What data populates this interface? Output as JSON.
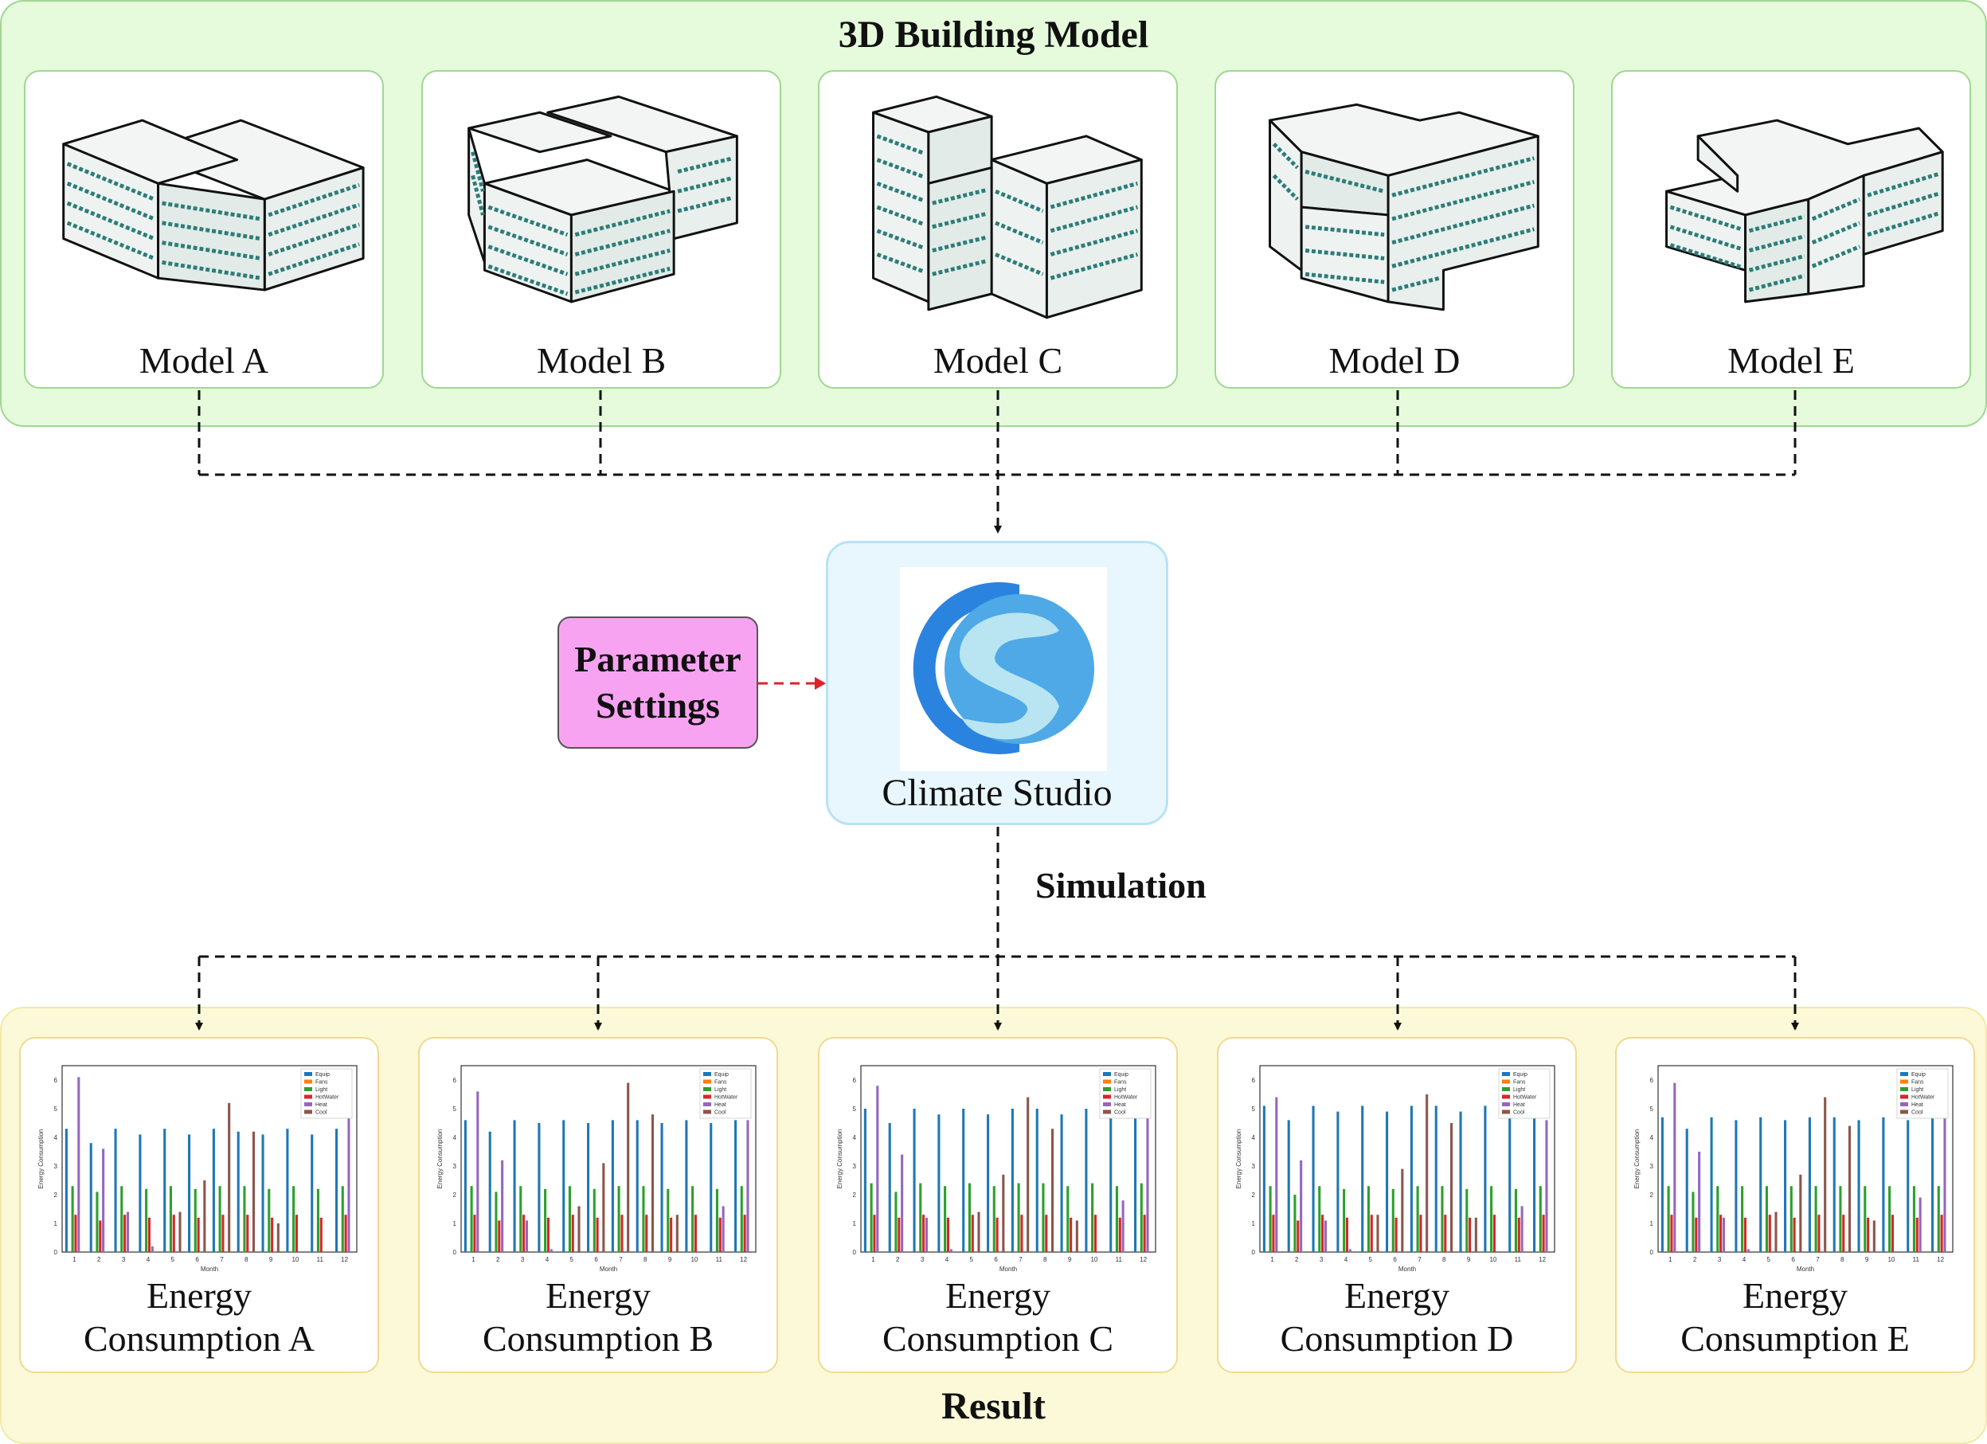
{
  "top_group": {
    "title": "3D Building Model"
  },
  "models": [
    {
      "label": "Model A",
      "icon": "building-l-shape-icon"
    },
    {
      "label": "Model B",
      "icon": "building-three-block-icon"
    },
    {
      "label": "Model C",
      "icon": "building-tower-icon"
    },
    {
      "label": "Model D",
      "icon": "building-stepped-icon"
    },
    {
      "label": "Model E",
      "icon": "building-cross-shape-icon"
    }
  ],
  "simulator": {
    "label": "Climate Studio",
    "icon": "climate-studio-logo"
  },
  "parameters": {
    "line1": "Parameter",
    "line2": "Settings"
  },
  "simulation_label": "Simulation",
  "bottom_group": {
    "title": "Result"
  },
  "results": [
    {
      "line1": "Energy",
      "line2": "Consumption A"
    },
    {
      "line1": "Energy",
      "line2": "Consumption B"
    },
    {
      "line1": "Energy",
      "line2": "Consumption C"
    },
    {
      "line1": "Energy",
      "line2": "Consumption D"
    },
    {
      "line1": "Energy",
      "line2": "Consumption E"
    }
  ],
  "colors": {
    "top_fill": "#e5fbdc",
    "top_border": "#9fd890",
    "bottom_fill": "#fbf9d8",
    "bottom_border": "#f2eaa6",
    "param_fill": "#f8a3f2",
    "simulator_fill": "#e8f7fd",
    "arrow_dark": "#111111",
    "arrow_red": "#e0202a",
    "logo_dark": "#2b83e0",
    "logo_mid": "#4ea9e6",
    "logo_light": "#b8e5f1"
  },
  "chart_data": [
    {
      "type": "bar",
      "categories": [
        "1",
        "2",
        "3",
        "4",
        "5",
        "6",
        "7",
        "8",
        "9",
        "10",
        "11",
        "12"
      ],
      "series": [
        {
          "name": "Equip",
          "values": [
            4.3,
            3.8,
            4.3,
            4.1,
            4.3,
            4.1,
            4.3,
            4.2,
            4.1,
            4.3,
            4.1,
            4.3
          ]
        },
        {
          "name": "Fans",
          "values": [
            0,
            0,
            0,
            0,
            0,
            0,
            0,
            0,
            0,
            0,
            0,
            0
          ]
        },
        {
          "name": "Light",
          "values": [
            2.3,
            2.1,
            2.3,
            2.2,
            2.3,
            2.2,
            2.3,
            2.3,
            2.2,
            2.3,
            2.2,
            2.3
          ]
        },
        {
          "name": "HotWater",
          "values": [
            1.3,
            1.1,
            1.3,
            1.2,
            1.3,
            1.2,
            1.3,
            1.3,
            1.2,
            1.3,
            1.2,
            1.3
          ]
        },
        {
          "name": "Heat",
          "values": [
            6.1,
            3.6,
            1.4,
            0.2,
            0.0,
            0.0,
            0.0,
            0.0,
            0.0,
            0.0,
            0.0,
            4.8
          ]
        },
        {
          "name": "Cool",
          "values": [
            0,
            0,
            0,
            0,
            1.4,
            2.5,
            5.2,
            4.2,
            1.0,
            0,
            0,
            0
          ]
        }
      ],
      "xlabel": "Month",
      "ylabel": "Energy Consumption"
    },
    {
      "type": "bar",
      "categories": [
        "1",
        "2",
        "3",
        "4",
        "5",
        "6",
        "7",
        "8",
        "9",
        "10",
        "11",
        "12"
      ],
      "series": [
        {
          "name": "Equip",
          "values": [
            4.6,
            4.2,
            4.6,
            4.5,
            4.6,
            4.5,
            4.6,
            4.6,
            4.5,
            4.6,
            4.5,
            4.6
          ]
        },
        {
          "name": "Fans",
          "values": [
            0,
            0,
            0,
            0,
            0,
            0,
            0,
            0,
            0,
            0,
            0,
            0
          ]
        },
        {
          "name": "Light",
          "values": [
            2.3,
            2.1,
            2.3,
            2.2,
            2.3,
            2.2,
            2.3,
            2.3,
            2.2,
            2.3,
            2.2,
            2.3
          ]
        },
        {
          "name": "HotWater",
          "values": [
            1.3,
            1.1,
            1.3,
            1.2,
            1.3,
            1.2,
            1.3,
            1.3,
            1.2,
            1.3,
            1.2,
            1.3
          ]
        },
        {
          "name": "Heat",
          "values": [
            5.6,
            3.2,
            1.1,
            0.1,
            0.0,
            0.0,
            0.0,
            0.0,
            0.0,
            0.0,
            1.6,
            4.6
          ]
        },
        {
          "name": "Cool",
          "values": [
            0,
            0,
            0,
            0,
            1.6,
            3.1,
            5.9,
            4.8,
            1.3,
            0,
            0,
            0
          ]
        }
      ],
      "xlabel": "Month",
      "ylabel": "Energy Consumption"
    },
    {
      "type": "bar",
      "categories": [
        "1",
        "2",
        "3",
        "4",
        "5",
        "6",
        "7",
        "8",
        "9",
        "10",
        "11",
        "12"
      ],
      "series": [
        {
          "name": "Equip",
          "values": [
            5.0,
            4.5,
            5.0,
            4.8,
            5.0,
            4.8,
            5.0,
            5.0,
            4.8,
            5.0,
            4.8,
            5.0
          ]
        },
        {
          "name": "Fans",
          "values": [
            0,
            0,
            0,
            0,
            0,
            0,
            0,
            0,
            0,
            0,
            0,
            0
          ]
        },
        {
          "name": "Light",
          "values": [
            2.4,
            2.1,
            2.4,
            2.3,
            2.4,
            2.3,
            2.4,
            2.4,
            2.3,
            2.4,
            2.3,
            2.4
          ]
        },
        {
          "name": "HotWater",
          "values": [
            1.3,
            1.2,
            1.3,
            1.2,
            1.3,
            1.2,
            1.3,
            1.3,
            1.2,
            1.3,
            1.2,
            1.3
          ]
        },
        {
          "name": "Heat",
          "values": [
            5.8,
            3.4,
            1.2,
            0.1,
            0.0,
            0.0,
            0.0,
            0.0,
            0.0,
            0.0,
            1.8,
            4.7
          ]
        },
        {
          "name": "Cool",
          "values": [
            0,
            0,
            0,
            0,
            1.4,
            2.7,
            5.4,
            4.3,
            1.1,
            0,
            0,
            0
          ]
        }
      ],
      "xlabel": "Month",
      "ylabel": "Energy Consumption"
    },
    {
      "type": "bar",
      "categories": [
        "1",
        "2",
        "3",
        "4",
        "5",
        "6",
        "7",
        "8",
        "9",
        "10",
        "11",
        "12"
      ],
      "series": [
        {
          "name": "Equip",
          "values": [
            5.1,
            4.6,
            5.1,
            4.9,
            5.1,
            4.9,
            5.1,
            5.1,
            4.9,
            5.1,
            4.9,
            5.1
          ]
        },
        {
          "name": "Fans",
          "values": [
            0,
            0,
            0,
            0,
            0,
            0,
            0,
            0,
            0,
            0,
            0,
            0
          ]
        },
        {
          "name": "Light",
          "values": [
            2.3,
            2.0,
            2.3,
            2.2,
            2.3,
            2.2,
            2.3,
            2.3,
            2.2,
            2.3,
            2.2,
            2.3
          ]
        },
        {
          "name": "HotWater",
          "values": [
            1.3,
            1.1,
            1.3,
            1.2,
            1.3,
            1.2,
            1.3,
            1.3,
            1.2,
            1.3,
            1.2,
            1.3
          ]
        },
        {
          "name": "Heat",
          "values": [
            5.4,
            3.2,
            1.1,
            0.1,
            0.0,
            0.0,
            0.0,
            0.0,
            0.0,
            0.0,
            1.6,
            4.6
          ]
        },
        {
          "name": "Cool",
          "values": [
            0,
            0,
            0,
            0,
            1.3,
            2.9,
            5.5,
            4.5,
            1.2,
            0,
            0,
            0
          ]
        }
      ],
      "xlabel": "Month",
      "ylabel": "Energy Consumption"
    },
    {
      "type": "bar",
      "categories": [
        "1",
        "2",
        "3",
        "4",
        "5",
        "6",
        "7",
        "8",
        "9",
        "10",
        "11",
        "12"
      ],
      "series": [
        {
          "name": "Equip",
          "values": [
            4.7,
            4.3,
            4.7,
            4.6,
            4.7,
            4.6,
            4.7,
            4.7,
            4.6,
            4.7,
            4.6,
            4.7
          ]
        },
        {
          "name": "Fans",
          "values": [
            0,
            0,
            0,
            0,
            0,
            0,
            0,
            0,
            0,
            0,
            0,
            0
          ]
        },
        {
          "name": "Light",
          "values": [
            2.3,
            2.1,
            2.3,
            2.3,
            2.3,
            2.3,
            2.3,
            2.3,
            2.3,
            2.3,
            2.3,
            2.3
          ]
        },
        {
          "name": "HotWater",
          "values": [
            1.3,
            1.2,
            1.3,
            1.2,
            1.3,
            1.2,
            1.3,
            1.3,
            1.2,
            1.3,
            1.2,
            1.3
          ]
        },
        {
          "name": "Heat",
          "values": [
            5.9,
            3.5,
            1.2,
            0.1,
            0.0,
            0.0,
            0.0,
            0.0,
            0.0,
            0.0,
            1.9,
            4.9
          ]
        },
        {
          "name": "Cool",
          "values": [
            0,
            0,
            0,
            0,
            1.4,
            2.7,
            5.4,
            4.4,
            1.1,
            0,
            0,
            0
          ]
        }
      ],
      "xlabel": "Month",
      "ylabel": "Energy Consumption"
    }
  ]
}
